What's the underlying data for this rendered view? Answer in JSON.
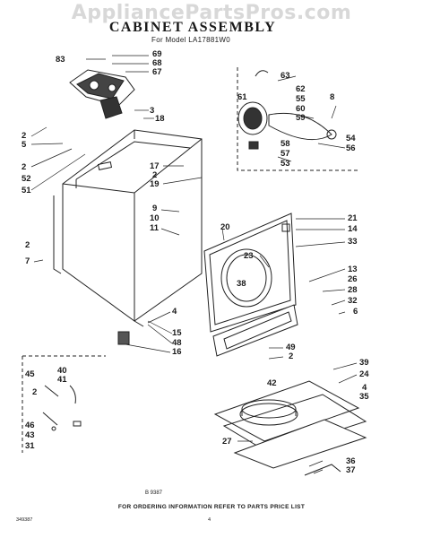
{
  "watermark": "AppliancePartsPros.com",
  "title": "CABINET ASSEMBLY",
  "subtitle": "For Model LA17881W0",
  "footer_note": "FOR ORDERING INFORMATION REFER TO PARTS PRICE LIST",
  "drawing_code": "B 9387",
  "doc_code": "349387",
  "page_number": "4",
  "labels": {
    "l83": "83",
    "l69": "69",
    "l68": "68",
    "l67": "67",
    "l3": "3",
    "l18": "18",
    "l2a": "2",
    "l5": "5",
    "l2b": "2",
    "l52": "52",
    "l51": "51",
    "l17": "17",
    "l2c": "2",
    "l19": "19",
    "l9": "9",
    "l10": "10",
    "l11": "11",
    "l20": "20",
    "l2d": "2",
    "l7": "7",
    "l4a": "4",
    "l15": "15",
    "l48": "48",
    "l16": "16",
    "l63": "63",
    "l8": "8",
    "l62": "62",
    "l61": "61",
    "l55": "55",
    "l60": "60",
    "l59": "59",
    "l58": "58",
    "l57": "57",
    "l53": "53",
    "l54": "54",
    "l56": "56",
    "l21": "21",
    "l14": "14",
    "l33": "33",
    "l23": "23",
    "l38": "38",
    "l13": "13",
    "l26": "26",
    "l28": "28",
    "l32": "32",
    "l6": "6",
    "l49": "49",
    "l2e": "2",
    "l39": "39",
    "l24": "24",
    "l4b": "4",
    "l35": "35",
    "l42": "42",
    "l27": "27",
    "l36": "36",
    "l37": "37",
    "l45": "45",
    "l40": "40",
    "l41": "41",
    "l2f": "2",
    "l46": "46",
    "l43": "43",
    "l31": "31"
  }
}
